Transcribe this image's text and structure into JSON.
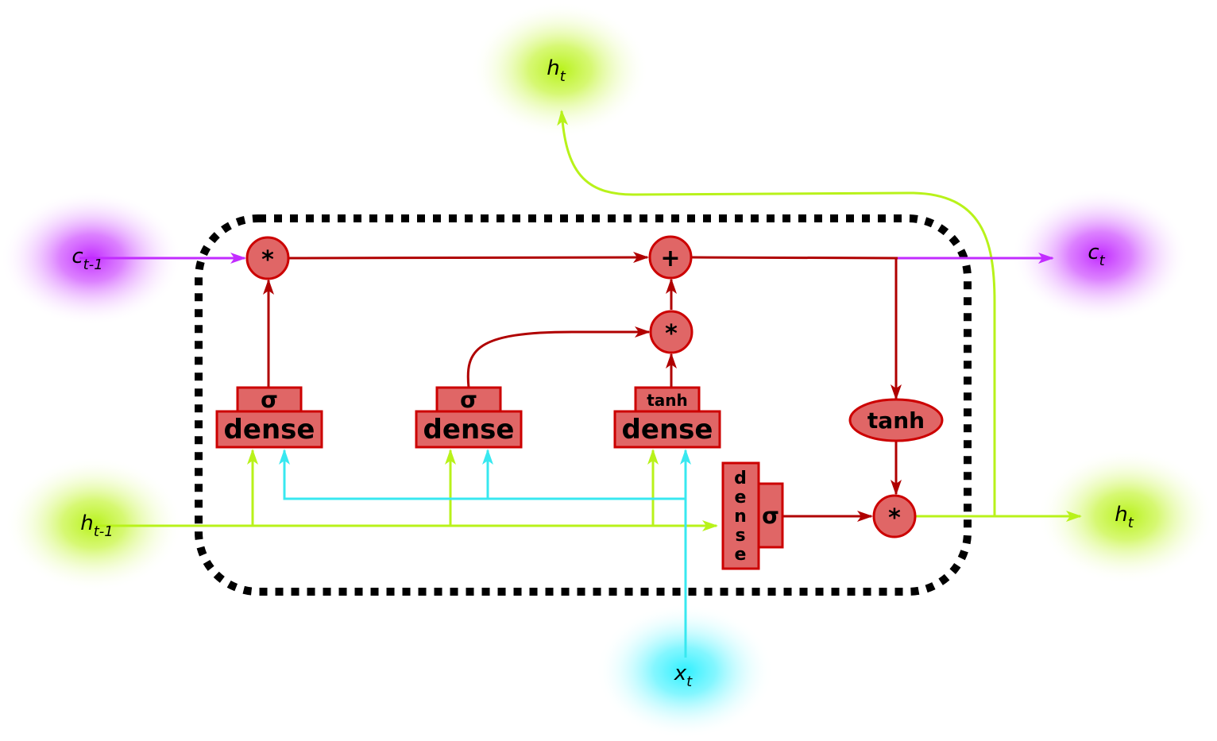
{
  "inputs": {
    "c_prev": {
      "base": "c",
      "sub": "t-1"
    },
    "h_prev": {
      "base": "h",
      "sub": "t-1"
    },
    "x_t": {
      "base": "x",
      "sub": "t"
    }
  },
  "outputs": {
    "h_top": {
      "base": "h",
      "sub": "t"
    },
    "c_out": {
      "base": "c",
      "sub": "t"
    },
    "h_out": {
      "base": "h",
      "sub": "t"
    }
  },
  "operators": {
    "forget_mult": "*",
    "cell_add": "+",
    "input_mult": "*",
    "output_mult": "*"
  },
  "gates": {
    "forget": {
      "activation": "σ",
      "layer": "dense"
    },
    "input": {
      "activation": "σ",
      "layer": "dense"
    },
    "candidate": {
      "activation": "tanh",
      "layer": "dense"
    },
    "output": {
      "activation": "σ",
      "layer_letters": [
        "d",
        "e",
        "n",
        "s",
        "e"
      ]
    }
  },
  "cell_tanh": "tanh",
  "colors": {
    "cell_state": "#c22cff",
    "hidden_state": "#b8f21a",
    "input": "#38e8f0",
    "internal": "#b00000",
    "box_fill": "#e06666",
    "box_stroke": "#cc0000",
    "border": "#000000"
  }
}
